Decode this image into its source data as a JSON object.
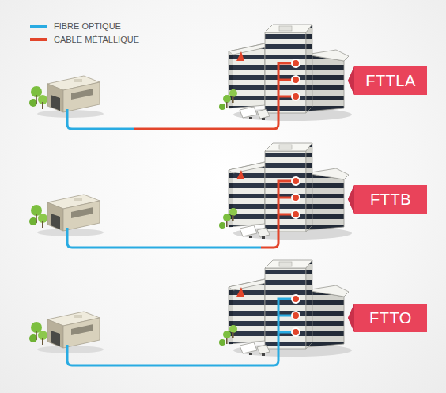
{
  "diagram": {
    "nodes": [
      {
        "text": [
          "FTTLA"
        ]
      },
      {
        "text": [
          "FTTB"
        ]
      },
      {
        "text": [
          "FTTO"
        ]
      }
    ],
    "legend": [
      {
        "text": "FIBRE OPTIQUE",
        "color": "#29abe2"
      },
      {
        "text": "CABLE MÉTALLIQUE",
        "color": "#e2452b"
      }
    ]
  }
}
